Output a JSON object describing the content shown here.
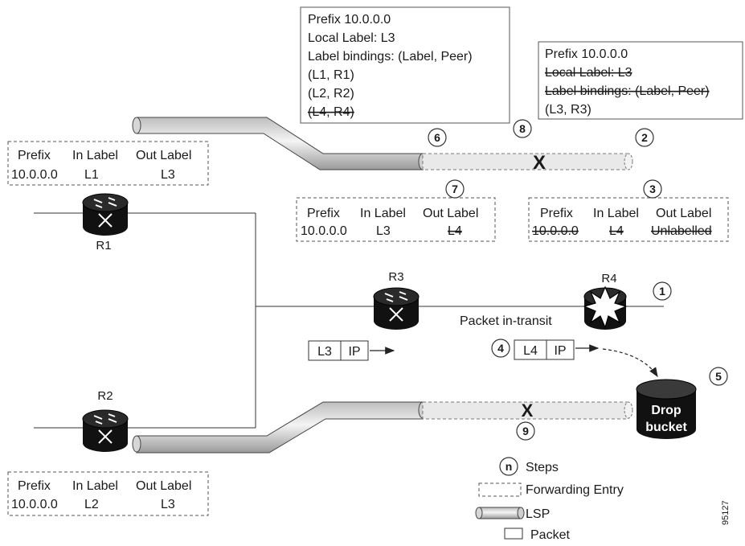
{
  "binding_box_left": {
    "lines": [
      "Prefix 10.0.0.0",
      "Local Label: L3",
      "Label bindings: (Label, Peer)",
      "(L1, R1)",
      "(L2, R2)",
      "(L4, R4)"
    ]
  },
  "binding_box_right": {
    "lines": [
      "Prefix 10.0.0.0",
      "Local Label: L3",
      "Label bindings: (Label, Peer)",
      "(L3, R3)"
    ]
  },
  "fwd_r1": {
    "headers": [
      "Prefix",
      "In Label",
      "Out Label"
    ],
    "row": [
      "10.0.0.0",
      "L1",
      "L3"
    ]
  },
  "fwd_r3": {
    "headers": [
      "Prefix",
      "In Label",
      "Out Label"
    ],
    "row": [
      "10.0.0.0",
      "L3",
      "L4"
    ]
  },
  "fwd_r4": {
    "headers": [
      "Prefix",
      "In Label",
      "Out Label"
    ],
    "row": [
      "10.0.0.0",
      "L4",
      "Unlabelled"
    ]
  },
  "fwd_r2": {
    "headers": [
      "Prefix",
      "In Label",
      "Out Label"
    ],
    "row": [
      "10.0.0.0",
      "L2",
      "L3"
    ]
  },
  "routers": {
    "r1": "R1",
    "r2": "R2",
    "r3": "R3",
    "r4": "R4"
  },
  "packet_r3": {
    "label": "L3",
    "payload": "IP"
  },
  "packet_r4": {
    "label": "L4",
    "payload": "IP"
  },
  "packet_in_transit": "Packet in-transit",
  "drop_bucket": {
    "line1": "Drop",
    "line2": "bucket"
  },
  "break_mark": "X",
  "steps": [
    "1",
    "2",
    "3",
    "4",
    "5",
    "6",
    "7",
    "8",
    "9"
  ],
  "legend": {
    "steps_symbol": "n",
    "steps": "Steps",
    "forwarding_entry": "Forwarding Entry",
    "lsp": "LSP",
    "packet": "Packet"
  },
  "figure_id": "95127"
}
